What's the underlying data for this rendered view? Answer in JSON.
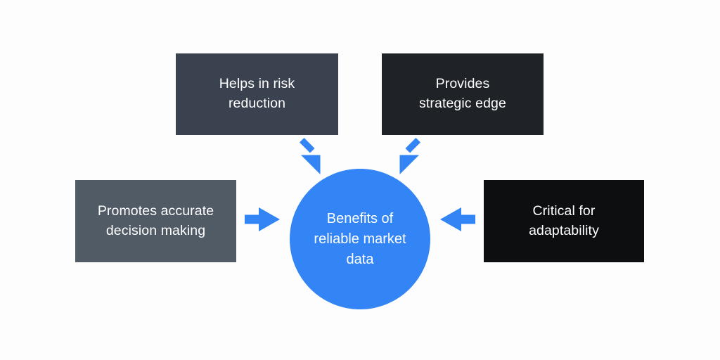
{
  "diagram": {
    "title": "Benefits of reliable market data",
    "type": "hub-and-spoke",
    "background_color": "#fdfdfd",
    "accent_color": "#3385f5",
    "center": {
      "label": "Benefits of\nreliable market\ndata",
      "shape": "circle",
      "fill_color": "#3385f5",
      "text_color": "#ffffff"
    },
    "nodes": [
      {
        "id": "risk",
        "label": "Helps in risk\nreduction",
        "fill_color": "#3a4250",
        "text_color": "#ffffff",
        "position": "top-left"
      },
      {
        "id": "strategic",
        "label": "Provides\nstrategic edge",
        "fill_color": "#1f2327",
        "text_color": "#ffffff",
        "position": "top-right"
      },
      {
        "id": "decision",
        "label": "Promotes accurate\ndecision making",
        "fill_color": "#515b66",
        "text_color": "#ffffff",
        "position": "middle-left"
      },
      {
        "id": "adaptability",
        "label": "Critical for\nadaptability",
        "fill_color": "#0d0e10",
        "text_color": "#ffffff",
        "position": "middle-right"
      }
    ],
    "connectors": [
      {
        "id": "risk-to-center",
        "from": "risk",
        "to": "center",
        "direction": "down-right",
        "color": "#3385f5"
      },
      {
        "id": "strategic-to-center",
        "from": "strategic",
        "to": "center",
        "direction": "down-left",
        "color": "#3385f5"
      },
      {
        "id": "decision-to-center",
        "from": "decision",
        "to": "center",
        "direction": "right",
        "color": "#3385f5"
      },
      {
        "id": "adaptability-to-center",
        "from": "adaptability",
        "to": "center",
        "direction": "left",
        "color": "#3385f5"
      }
    ]
  }
}
